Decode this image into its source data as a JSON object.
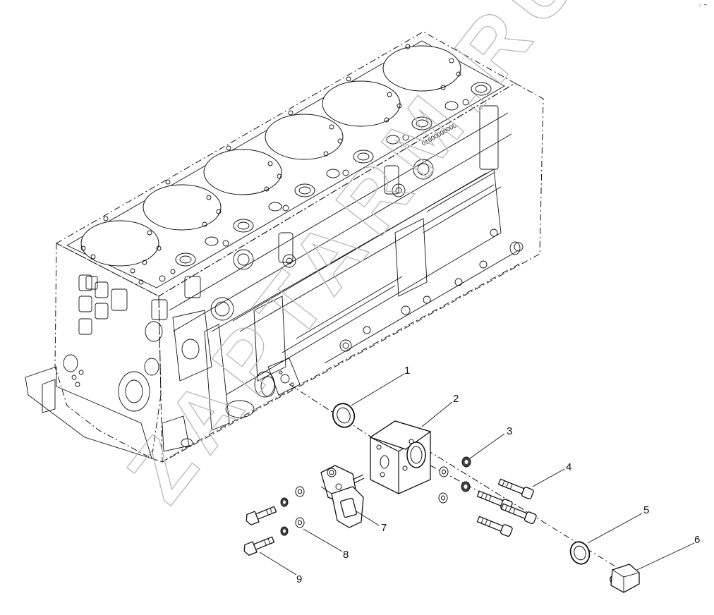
{
  "diagram": {
    "corner_mark": "✓ ━",
    "watermark": "ZAPTARM.RU",
    "callouts": [
      {
        "label": "1",
        "part": "o-ring"
      },
      {
        "label": "2",
        "part": "adapter-block"
      },
      {
        "label": "3",
        "part": "washer"
      },
      {
        "label": "4",
        "part": "bolt"
      },
      {
        "label": "5",
        "part": "sealing-ring"
      },
      {
        "label": "6",
        "part": "plug"
      },
      {
        "label": "7",
        "part": "sensor"
      },
      {
        "label": "8",
        "part": "washer"
      },
      {
        "label": "9",
        "part": "bolt"
      }
    ],
    "block_stamp": "01000000000"
  }
}
